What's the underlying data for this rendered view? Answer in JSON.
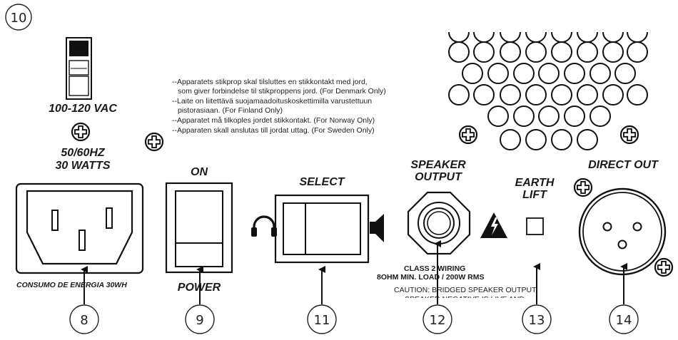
{
  "figure_number": "10",
  "callouts": {
    "c8": "8",
    "c9": "9",
    "c11": "11",
    "c12": "12",
    "c13": "13",
    "c14": "14"
  },
  "power_input": {
    "voltage": "100-120 VAC",
    "freq_line1": "50/60HZ",
    "freq_line2": "30 WATTS",
    "consumption": "CONSUMO DE ENERGIA 30WH"
  },
  "ground_notice": [
    "--Apparatets stikprop skal tilsluttes en stikkontakt med jord,",
    "som giver forbindelse til stikproppens jord. (For Denmark Only)",
    "--Laite on liitettävä suojamaadoituskoskettimilla varustettuun",
    "pistorasiaan. (For Finland Only)",
    "--Apparatet må tilkoples jordet stikkontakt. (For Norway Only)",
    "--Apparaten skall anslutas till jordat uttag. (For Sweden Only)"
  ],
  "power_switch": {
    "on_label": "ON",
    "power_label": "POWER"
  },
  "select_switch": {
    "label": "SELECT",
    "left_icon": "headphones-icon",
    "right_icon": "speaker-icon"
  },
  "speaker_output": {
    "label_line1": "SPEAKER",
    "label_line2": "OUTPUT",
    "wiring_line1": "CLASS 2 WIRING",
    "wiring_line2": "8OHM MIN. LOAD / 200W RMS",
    "caution_line1": "CAUTION: BRIDGED SPEAKER OUTPUT.",
    "caution_line2": "SPEAKER NEGATIVE IS LIVE AND"
  },
  "earth_lift": {
    "label_line1": "EARTH",
    "label_line2": "LIFT"
  },
  "direct_out": {
    "label": "DIRECT OUT"
  }
}
